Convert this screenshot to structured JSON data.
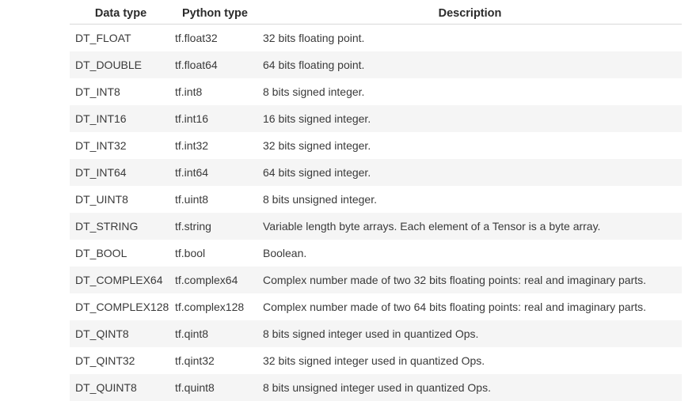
{
  "table": {
    "headers": [
      "Data type",
      "Python type",
      "Description"
    ],
    "rows": [
      [
        "DT_FLOAT",
        "tf.float32",
        "32 bits floating point."
      ],
      [
        "DT_DOUBLE",
        "tf.float64",
        "64 bits floating point."
      ],
      [
        "DT_INT8",
        "tf.int8",
        "8 bits signed integer."
      ],
      [
        "DT_INT16",
        "tf.int16",
        "16 bits signed integer."
      ],
      [
        "DT_INT32",
        "tf.int32",
        "32 bits signed integer."
      ],
      [
        "DT_INT64",
        "tf.int64",
        "64 bits signed integer."
      ],
      [
        "DT_UINT8",
        "tf.uint8",
        "8 bits unsigned integer."
      ],
      [
        "DT_STRING",
        "tf.string",
        "Variable length byte arrays. Each element of a Tensor is a byte array."
      ],
      [
        "DT_BOOL",
        "tf.bool",
        "Boolean."
      ],
      [
        "DT_COMPLEX64",
        "tf.complex64",
        "Complex number made of two 32 bits floating points: real and imaginary parts."
      ],
      [
        "DT_COMPLEX128",
        "tf.complex128",
        "Complex number made of two 64 bits floating points: real and imaginary parts."
      ],
      [
        "DT_QINT8",
        "tf.qint8",
        "8 bits signed integer used in quantized Ops."
      ],
      [
        "DT_QINT32",
        "tf.qint32",
        "32 bits signed integer used in quantized Ops."
      ],
      [
        "DT_QUINT8",
        "tf.quint8",
        "8 bits unsigned integer used in quantized Ops."
      ]
    ]
  }
}
